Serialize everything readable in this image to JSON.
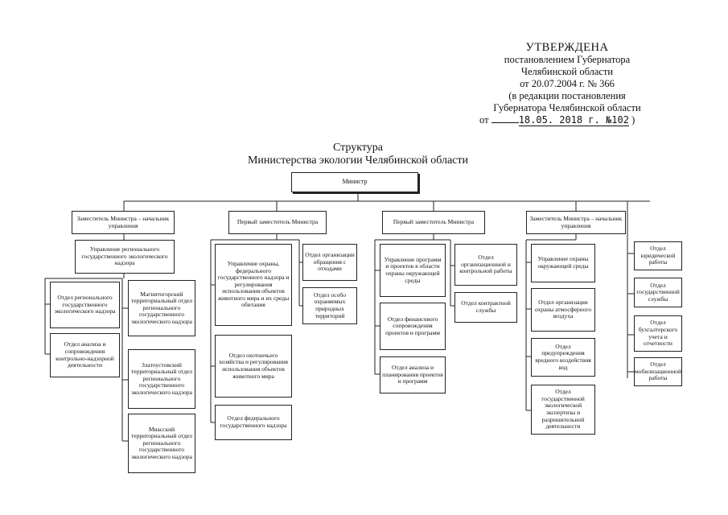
{
  "approval": {
    "heading": "УТВЕРЖДЕНА",
    "line1": "постановлением Губернатора",
    "line2": "Челябинской области",
    "line3": "от 20.07.2004 г. № 366",
    "line4": "(в редакции постановления",
    "line5": "Губернатора Челябинской области",
    "date_prefix": "от",
    "date_value": "18.05. 2018 г. №102",
    "date_suffix": ")"
  },
  "title": {
    "line1": "Структура",
    "line2": "Министерства экологии Челябинской области"
  },
  "boxes": {
    "minister": "Министр",
    "dep1": "Заместитель Министра – начальник управления",
    "first_dep1": "Первый заместитель Министра",
    "first_dep2": "Первый заместитель Министра",
    "dep2": "Заместитель Министра – начальник управления",
    "dept_legal": "Отдел юридической работы",
    "dept_civil": "Отдел государственной службы",
    "dept_accounting": "Отдел бухгалтерского учета и отчетности",
    "dept_mobil": "Отдел мобилизационной работы",
    "mgmt_supervision": "Управление регионального государственного экологического надзора",
    "dept_regional": "Отдел регионального государственного экологического надзора",
    "dept_analysis_supervision": "Отдел анализа и сопровождения контрольно-надзорной деятельности",
    "dept_magnitogorsk": "Магнитогорский территориальный отдел регионального государственного экологического надзора",
    "dept_zlatoust": "Златоустовский территориальный отдел регионального государственного экологического надзора",
    "dept_miass": "Миасский территориальный отдел регионального государственного экологического надзора",
    "mgmt_wildlife": "Управление охраны, федерального государственного надзора и регулирования использования объектов животного мира и их среды обитания",
    "dept_hunting": "Отдел охотничьего хозяйства и регулирования использования объектов животного мира",
    "dept_federal_supervision": "Отдел федерального государственного надзора",
    "dept_waste": "Отдел организации обращения с отходами",
    "dept_protected": "Отдел особо охраняемых природных территорий",
    "mgmt_programs": "Управление программ и проектов в области охраны окружающей среды",
    "dept_financial": "Отдел финансового сопровождения проектов и программ",
    "dept_planning": "Отдел анализа и планирования проектов и программ",
    "dept_org_control": "Отдел организационной и контрольной работы",
    "dept_contract": "Отдел контрактной службы",
    "mgmt_env": "Управление охраны окружающей среды",
    "dept_air": "Отдел организации охраны атмосферного воздуха",
    "dept_water": "Отдел предупреждения вредного воздействия вод",
    "dept_expertise": "Отдел государственной экологической экспертизы и разрешительной деятельности"
  }
}
